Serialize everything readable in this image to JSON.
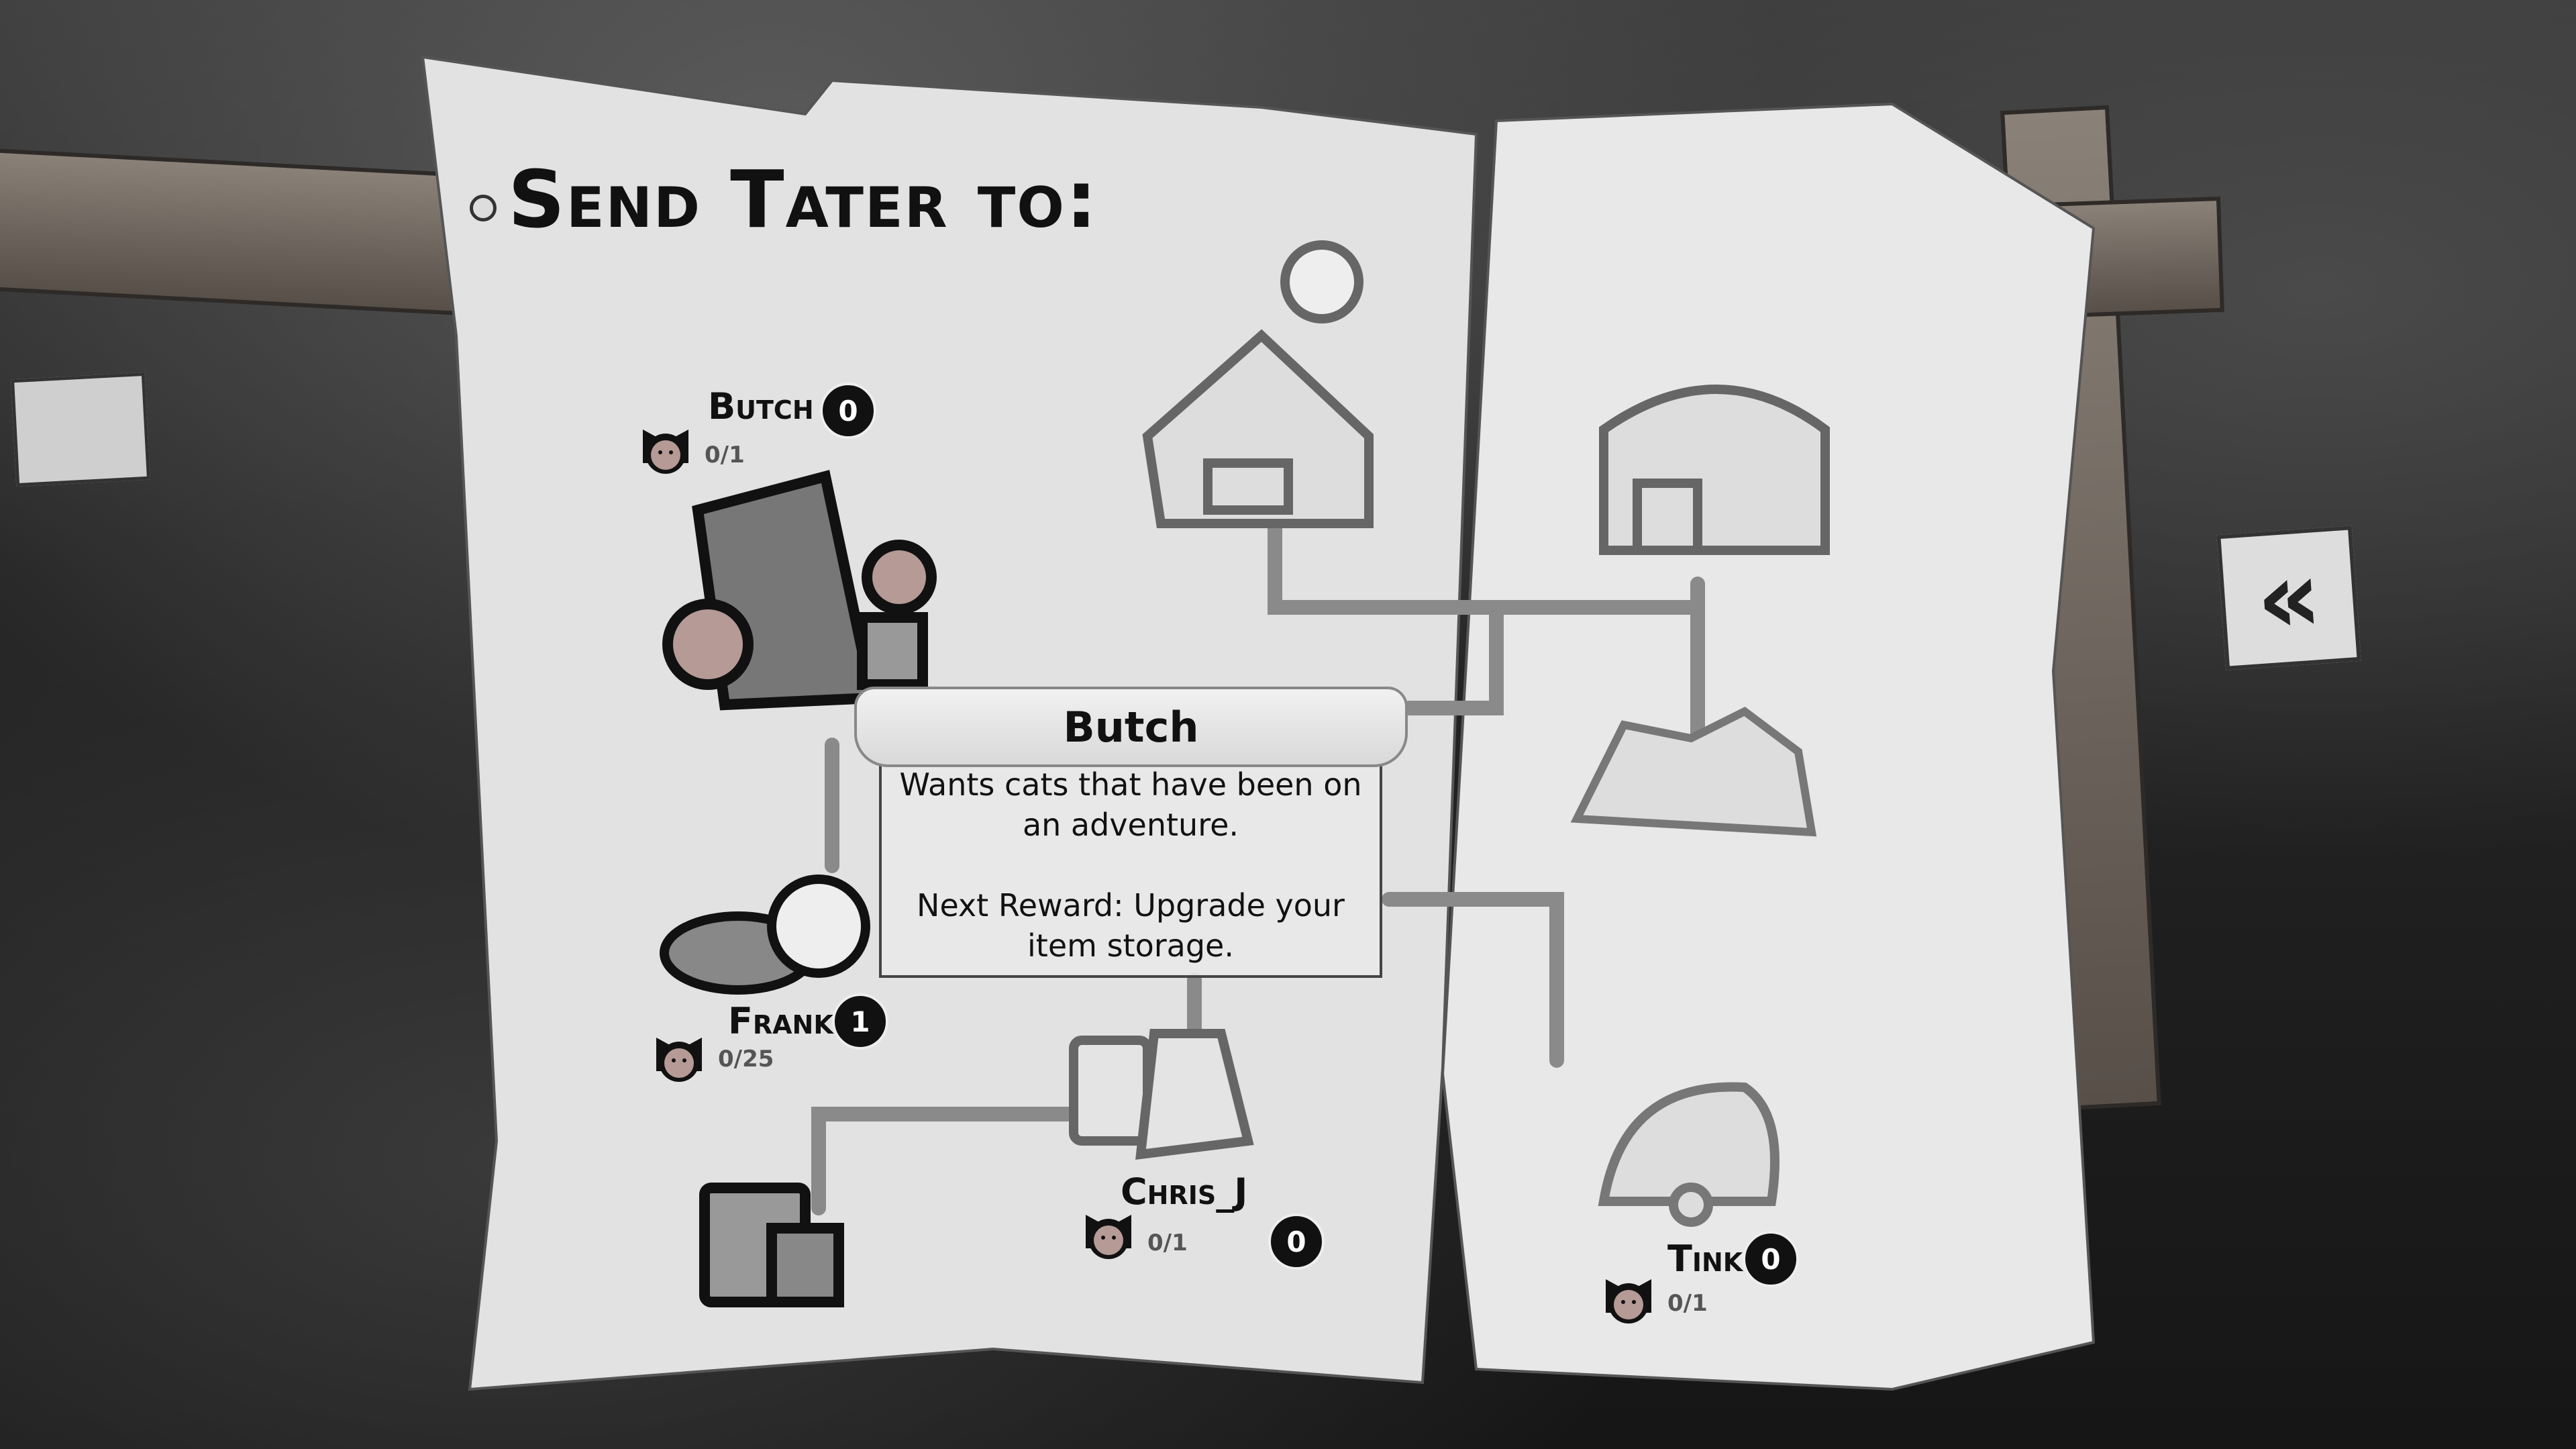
{
  "screen": {
    "title": "Send Tater to:"
  },
  "destinations": [
    {
      "name": "Butch",
      "badge": "0",
      "cats": "0/1"
    },
    {
      "name": "Frank",
      "badge": "1",
      "cats": "0/25"
    },
    {
      "name": "Chris_J",
      "badge": "0",
      "cats": "0/1"
    },
    {
      "name": "Tink",
      "badge": "0",
      "cats": "0/1"
    }
  ],
  "tooltip": {
    "title": "Butch",
    "description": "Wants cats that have been on an adventure.",
    "reward": "Next Reward: Upgrade your item storage."
  },
  "colors": {
    "paper": "#e6e6e6",
    "ink": "#111111",
    "pipe": "#8a8a8a",
    "cat_face": "#b59a96"
  }
}
